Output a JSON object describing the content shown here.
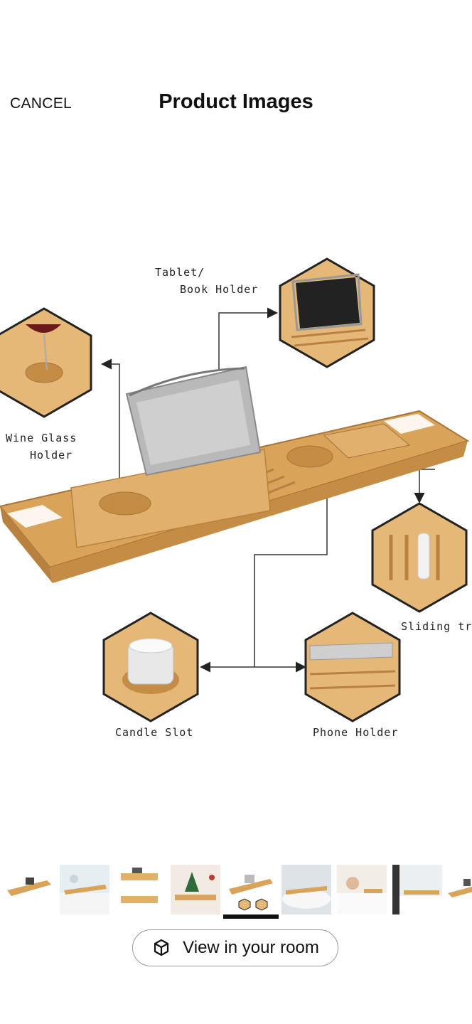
{
  "header": {
    "cancel_label": "CANCEL",
    "title": "Product Images"
  },
  "product_image": {
    "callouts": {
      "tablet_line1": "Tablet/",
      "tablet_line2": "Book Holder",
      "wine_line1": "Wine Glass",
      "wine_line2": "Holder",
      "sliding": "Sliding tray",
      "candle": "Candle Slot",
      "phone": "Phone Holder"
    }
  },
  "thumbnails": {
    "count": 9,
    "selected_index": 4
  },
  "view_in_room": {
    "label": "View in your room",
    "icon": "ar-cube-icon"
  },
  "colors": {
    "bamboo": "#d9a35a",
    "bamboo_dark": "#b98140",
    "selected_indicator": "#111111"
  }
}
